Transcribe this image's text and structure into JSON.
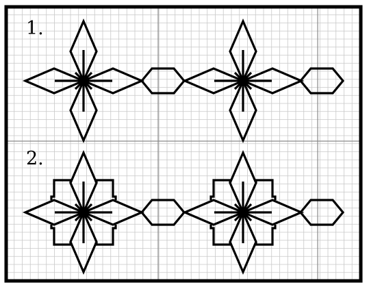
{
  "colors": {
    "background": "#ffffff",
    "grid_line": "#c8c8c8",
    "major_line": "#8a8a8a",
    "frame": "#000000",
    "motif_stroke": "#000000"
  },
  "patterns": [
    {
      "label": "1.",
      "motif": "star-with-diamond-petals"
    },
    {
      "label": "2.",
      "motif": "star-with-diamond-petals-and-step-outline"
    }
  ]
}
